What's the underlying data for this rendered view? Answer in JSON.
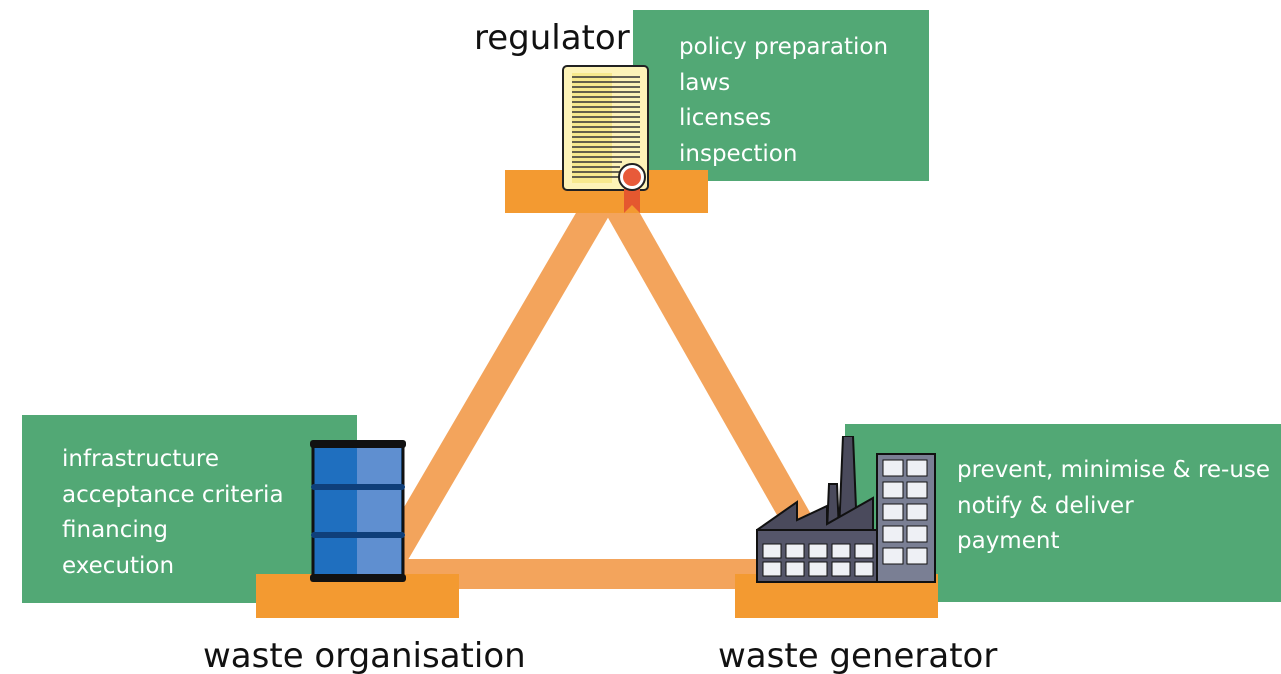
{
  "regulator": {
    "label": "regulator",
    "tasks": [
      "policy preparation",
      "laws",
      "licenses",
      "inspection"
    ],
    "icon": "certificate-icon"
  },
  "waste_organisation": {
    "label": "waste organisation",
    "tasks": [
      "infrastructure",
      "acceptance criteria",
      "financing",
      "execution"
    ],
    "icon": "barrel-icon"
  },
  "waste_generator": {
    "label": "waste generator",
    "tasks": [
      "prevent, minimise & re-use",
      "notify & deliver",
      "payment"
    ],
    "icon": "factory-icon"
  },
  "colors": {
    "task_box": "#52a875",
    "pedestal": "#f39a31",
    "triangle_link": "#f3a45c"
  }
}
